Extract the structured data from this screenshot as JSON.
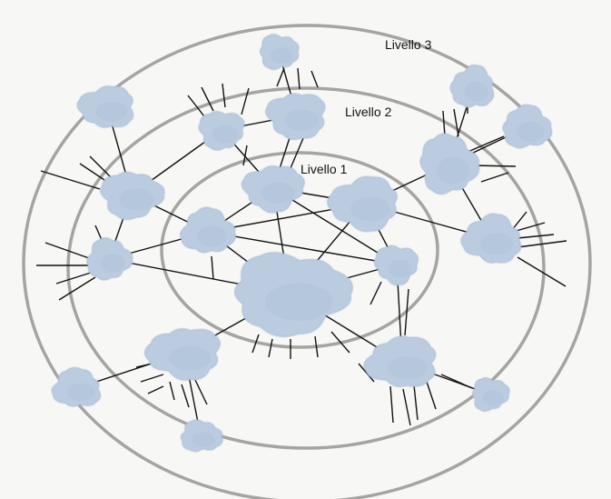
{
  "diagram": {
    "levels": [
      {
        "label": "Livello 1"
      },
      {
        "label": "Livello 2"
      },
      {
        "label": "Livello 3"
      }
    ]
  },
  "colors": {
    "background": "#f7f7f5",
    "ring": "#9a9a9a",
    "cloud": "#bccce0",
    "cloud_shade": "#a9bcd5",
    "link": "#111111"
  }
}
